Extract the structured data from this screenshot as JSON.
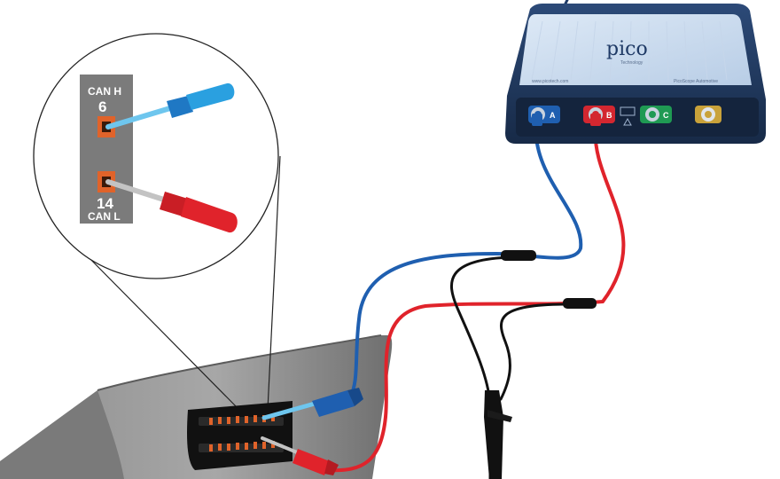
{
  "callout": {
    "can_h_label": "CAN H",
    "can_h_pin": "6",
    "can_l_label": "CAN L",
    "can_l_pin": "14"
  },
  "scope": {
    "brand": "pico",
    "brand_sub": "Technology",
    "left_print": "www.picotech.com",
    "right_print": "PicoScope Automotive",
    "channel_a": "A",
    "channel_b": "B",
    "channel_c": "C"
  },
  "colors": {
    "can_h_wire": "#1f5fb0",
    "can_l_wire": "#e0232b",
    "ground_wire": "#111111",
    "scope_body": "#1e3558",
    "pin_block": "#e0632a"
  }
}
